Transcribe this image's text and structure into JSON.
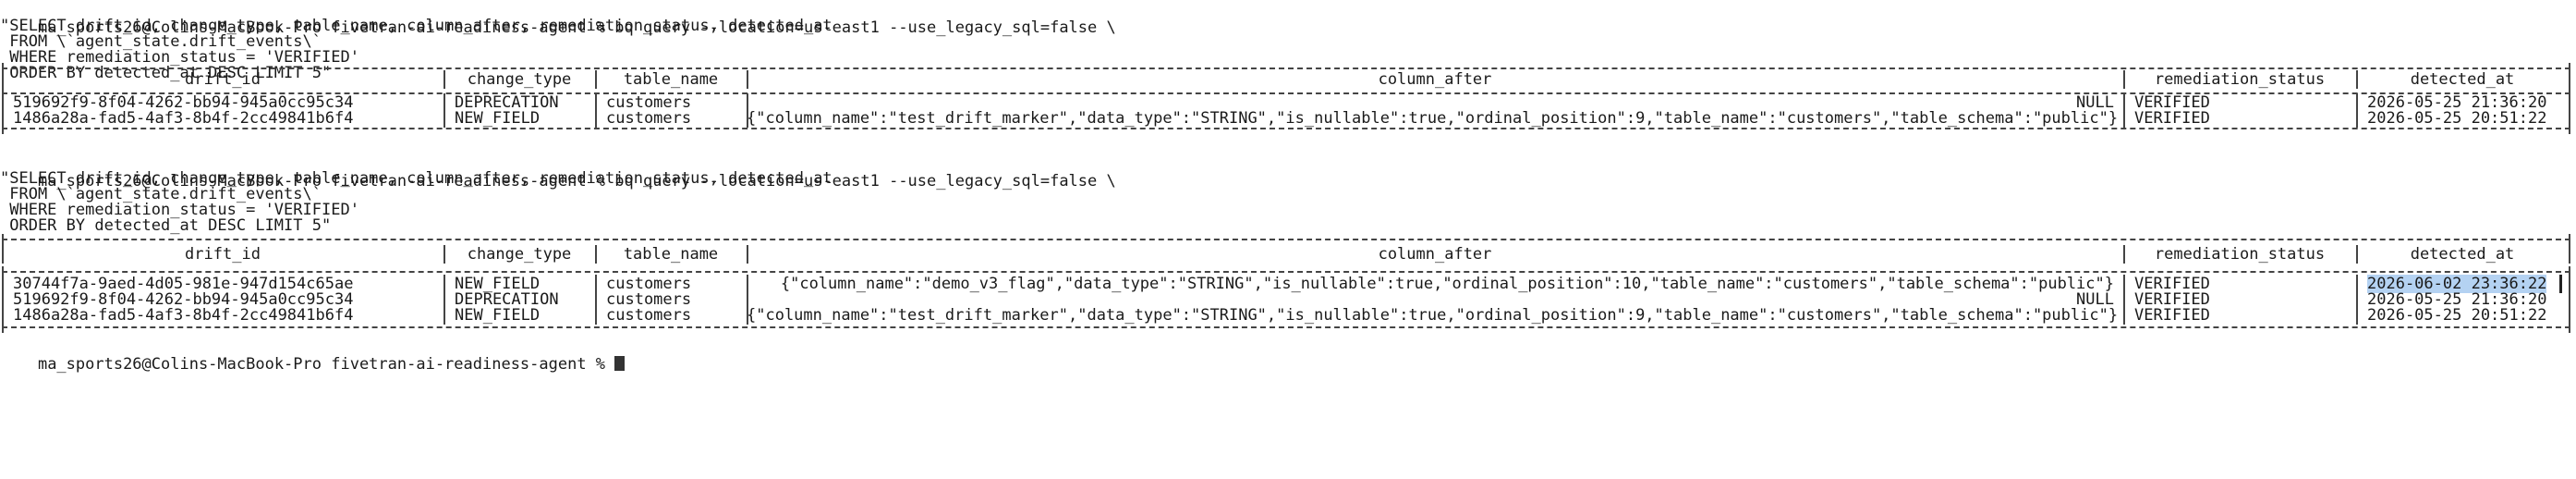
{
  "prompt": "ma_sports26@Colins-MacBook-Pro fivetran-ai-readiness-agent % ",
  "query_lines": [
    "\"SELECT drift_id, change_type, table_name, column_after, remediation_status, detected_at",
    " FROM \\`agent_state.drift_events\\`",
    " WHERE remediation_status = 'VERIFIED'",
    " ORDER BY detected_at DESC LIMIT 5\""
  ],
  "command": "bq query --location=us-east1 --use_legacy_sql=false \\",
  "columns": [
    "drift_id",
    "change_type",
    "table_name",
    "column_after",
    "remediation_status",
    "detected_at"
  ],
  "results1": [
    {
      "drift_id": "519692f9-8f04-4262-bb94-945a0cc95c34",
      "change_type": "DEPRECATION",
      "table_name": "customers",
      "column_after": "NULL",
      "remediation_status": "VERIFIED",
      "detected_at": "2026-05-25 21:36:20"
    },
    {
      "drift_id": "1486a28a-fad5-4af3-8b4f-2cc49841b6f4",
      "change_type": "NEW_FIELD",
      "table_name": "customers",
      "column_after": "{\"column_name\":\"test_drift_marker\",\"data_type\":\"STRING\",\"is_nullable\":true,\"ordinal_position\":9,\"table_name\":\"customers\",\"table_schema\":\"public\"}",
      "remediation_status": "VERIFIED",
      "detected_at": "2026-05-25 20:51:22"
    }
  ],
  "results2": [
    {
      "drift_id": "30744f7a-9aed-4d05-981e-947d154c65ae",
      "change_type": "NEW_FIELD",
      "table_name": "customers",
      "column_after": "{\"column_name\":\"demo_v3_flag\",\"data_type\":\"STRING\",\"is_nullable\":true,\"ordinal_position\":10,\"table_name\":\"customers\",\"table_schema\":\"public\"}",
      "remediation_status": "VERIFIED",
      "detected_at": "2026-06-02 23:36:22"
    },
    {
      "drift_id": "519692f9-8f04-4262-bb94-945a0cc95c34",
      "change_type": "DEPRECATION",
      "table_name": "customers",
      "column_after": "NULL",
      "remediation_status": "VERIFIED",
      "detected_at": "2026-05-25 21:36:20"
    },
    {
      "drift_id": "1486a28a-fad5-4af3-8b4f-2cc49841b6f4",
      "change_type": "NEW_FIELD",
      "table_name": "customers",
      "column_after": "{\"column_name\":\"test_drift_marker\",\"data_type\":\"STRING\",\"is_nullable\":true,\"ordinal_position\":9,\"table_name\":\"customers\",\"table_schema\":\"public\"}",
      "remediation_status": "VERIFIED",
      "detected_at": "2026-05-25 20:51:22"
    }
  ]
}
